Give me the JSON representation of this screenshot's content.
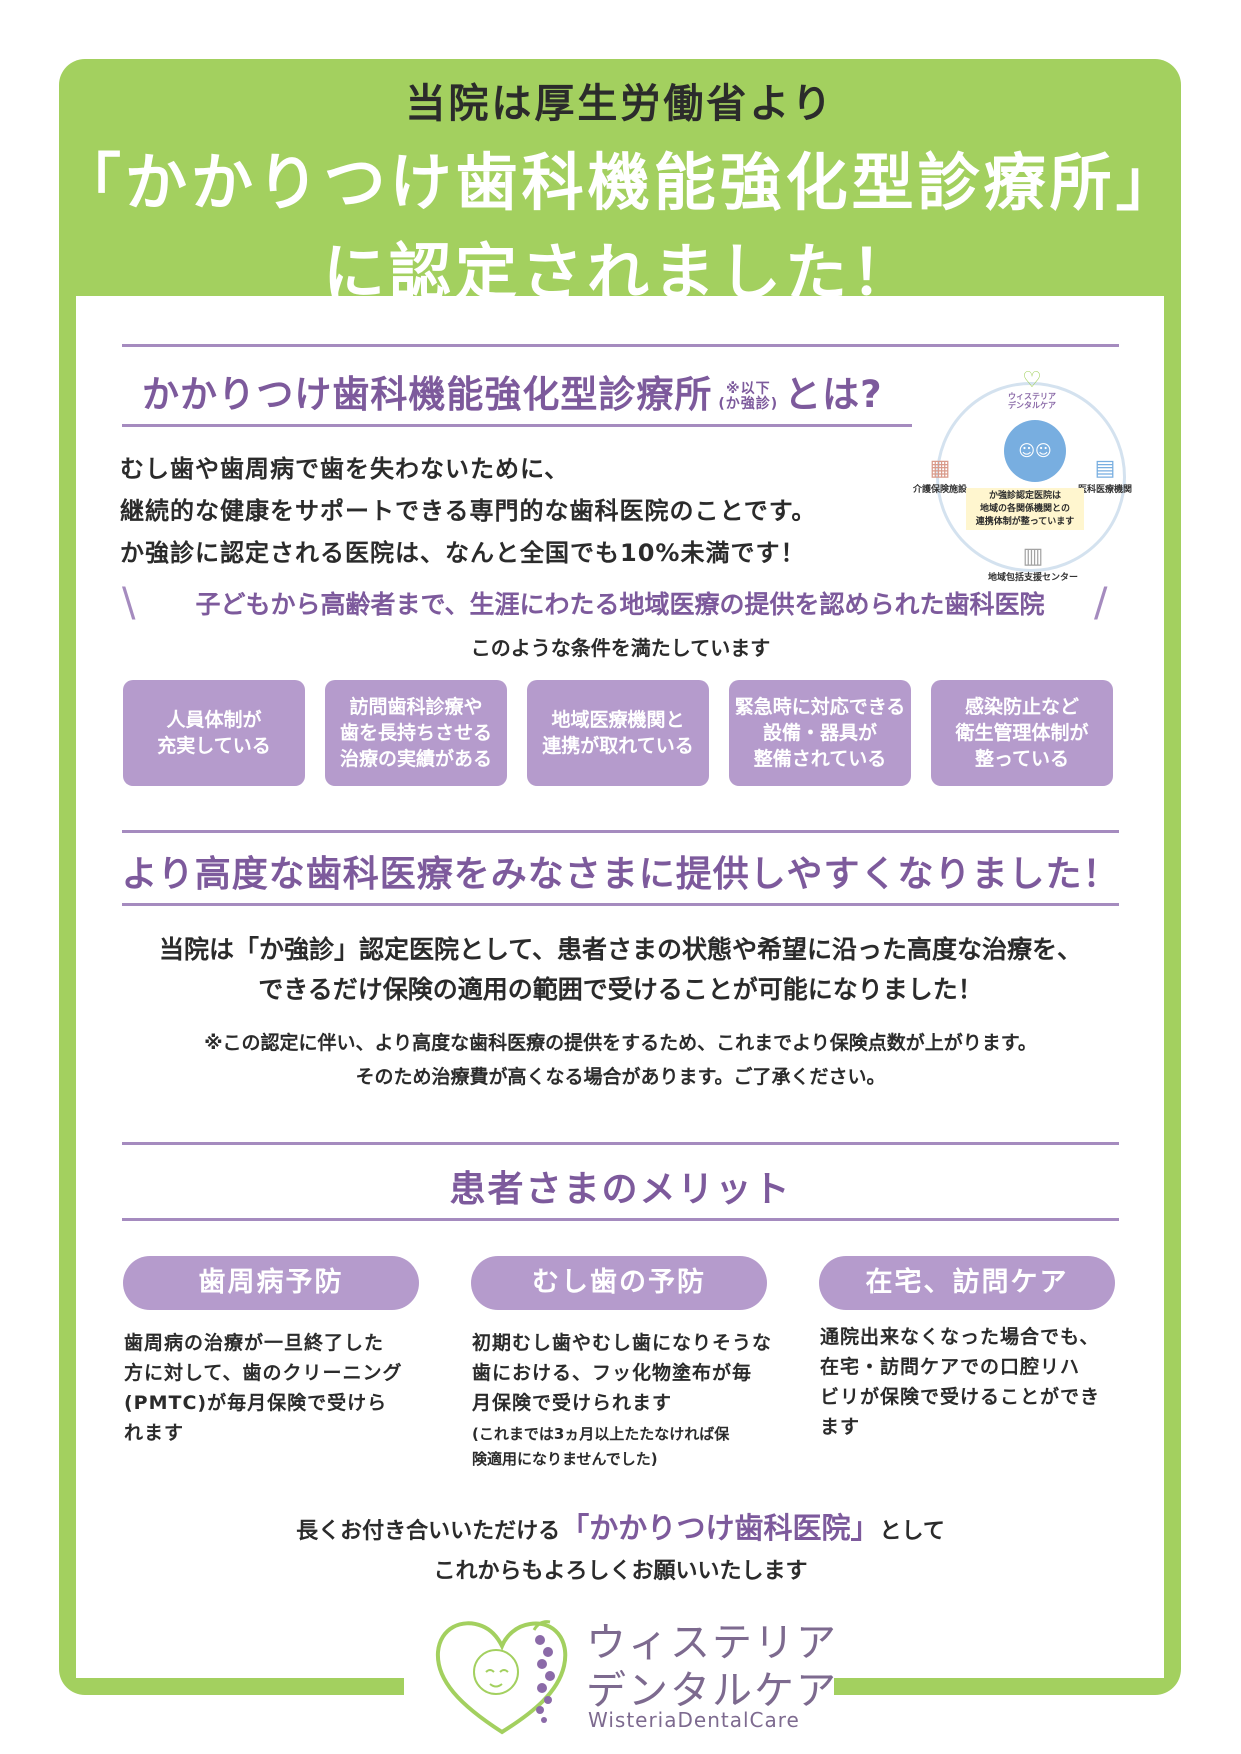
{
  "colors": {
    "frame_green": "#a3d05f",
    "accent_purple": "#7d5a9c",
    "box_purple": "#b59bcc",
    "rule_purple": "#a58bbf"
  },
  "header": {
    "subtitle": "当院は厚生労働省より",
    "title_line1": "「かかりつけ歯科機能強化型診療所」",
    "title_line2": "に認定されました！"
  },
  "section1": {
    "title_main": "かかりつけ歯科機能強化型診療所",
    "title_note_line1": "※以下",
    "title_note_line2": "(か強診)",
    "title_suffix": "とは?",
    "body": [
      "むし歯や歯周病で歯を失わないために、",
      "継続的な健康をサポートできる専門的な歯科医院のことです。",
      "か強診に認定される医院は、なんと全国でも10%未満です！"
    ],
    "diagram": {
      "logo_line1": "ウィステリア",
      "logo_line2": "デンタルケア",
      "care_label": "介護保険施設",
      "medical_label": "医科医療機関",
      "center_label": "地域包括支援センター",
      "box_text": [
        "か強診認定医院は",
        "地域の各関係機関との",
        "連携体制が整っています"
      ]
    },
    "slogan": "子どもから高齢者まで、生涯にわたる地域医療の提供を認められた歯科医院",
    "conditions_lead": "このような条件を満たしています",
    "conditions": [
      [
        "人員体制が",
        "充実している"
      ],
      [
        "訪問歯科診療や",
        "歯を長持ちさせる",
        "治療の実績がある"
      ],
      [
        "地域医療機関と",
        "連携が取れている"
      ],
      [
        "緊急時に対応できる",
        "設備・器具が",
        "整備されている"
      ],
      [
        "感染防止など",
        "衛生管理体制が",
        "整っている"
      ]
    ]
  },
  "section2": {
    "title": "より高度な歯科医療をみなさまに提供しやすくなりました！",
    "body": [
      "当院は「か強診」認定医院として、患者さまの状態や希望に沿った高度な治療を、",
      "できるだけ保険の適用の範囲で受けることが可能になりました！"
    ],
    "note": [
      "※この認定に伴い、より高度な歯科医療の提供をするため、これまでより保険点数が上がります。",
      "そのため治療費が高くなる場合があります。ご了承ください。"
    ]
  },
  "section3": {
    "title": "患者さまのメリット",
    "merits": [
      {
        "label": "歯周病予防",
        "lines": [
          "歯周病の治療が一旦終了した",
          "方に対して、歯のクリーニング",
          "(PMTC)が毎月保険で受けら",
          "れます"
        ],
        "note": []
      },
      {
        "label": "むし歯の予防",
        "lines": [
          "初期むし歯やむし歯になりそうな",
          "歯における、フッ化物塗布が毎",
          "月保険で受けられます"
        ],
        "note": [
          "(これまでは3ヵ月以上たたなければ保",
          "険適用になりませんでした)"
        ]
      },
      {
        "label": "在宅、訪問ケア",
        "lines": [
          "通院出来なくなった場合でも、",
          "在宅・訪問ケアでの口腔リハ",
          "ビリが保険で受けることができ",
          "ます"
        ],
        "note": []
      }
    ]
  },
  "closing": {
    "line1_pre": "長くお付き合いいただける",
    "line1_highlight": "「かかりつけ歯科医院」",
    "line1_post": "として",
    "line2": "これからもよろしくお願いいたします"
  },
  "logo": {
    "line1": "ウィステリア",
    "line2": "デンタルケア",
    "english": "WisteriaDentalCare"
  }
}
